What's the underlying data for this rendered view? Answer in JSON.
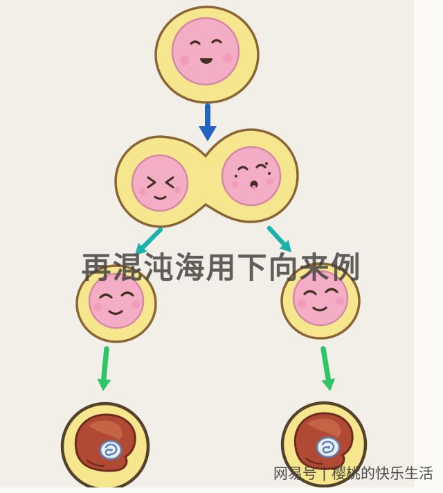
{
  "colors": {
    "bg": "#f2efe9",
    "paper_edge": "#fbfaf7",
    "cell_fill": "#f6e78f",
    "cell_stroke": "#8a6434",
    "bottom_cell_stroke": "#55422a",
    "nucleus_fill": "#f3aec6",
    "nucleus_stroke": "#d687a5",
    "face_stroke": "#45301f",
    "blush": "#ee8fae",
    "arrow_blue": "#2163c5",
    "arrow_teal": "#1ab2ab",
    "arrow_green": "#2fc468",
    "embryo_fill": "#b04a34",
    "embryo_light": "#cf6e50",
    "embryo_stroke": "#6f2c1c",
    "swirl_fill": "#e9eef4",
    "swirl_stroke": "#5b82b8",
    "watermark_dark": "#403f3c"
  },
  "watermark": {
    "center_text": "再混沌海用下向来例",
    "source_label": "网易号",
    "separator": "|",
    "account_name": "樱桃的快乐生活"
  }
}
